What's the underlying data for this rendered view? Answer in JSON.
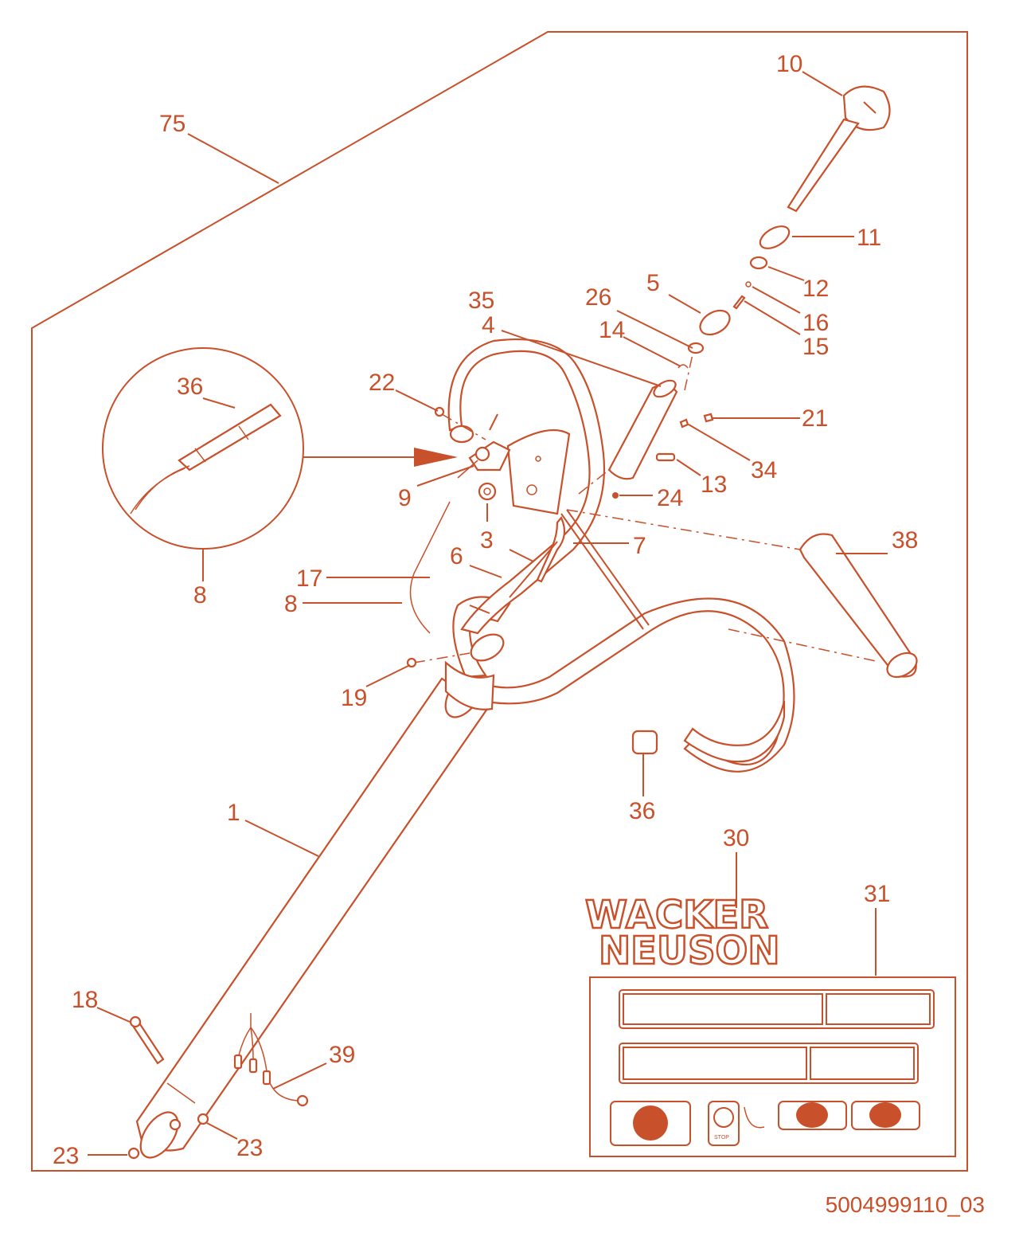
{
  "labels": {
    "p1": "1",
    "p3": "3",
    "p4": "4",
    "p5": "5",
    "p6": "6",
    "p7": "7",
    "p8a": "8",
    "p8b": "8",
    "p9": "9",
    "p10": "10",
    "p11": "11",
    "p12": "12",
    "p13": "13",
    "p14": "14",
    "p15": "15",
    "p16": "16",
    "p17": "17",
    "p18": "18",
    "p19": "19",
    "p21": "21",
    "p22": "22",
    "p23a": "23",
    "p23b": "23",
    "p24": "24",
    "p26": "26",
    "p30": "30",
    "p31": "31",
    "p34": "34",
    "p35": "35",
    "p36a": "36",
    "p36b": "36",
    "p38": "38",
    "p39": "39",
    "p75": "75"
  },
  "logo": {
    "line1": "WACKER",
    "line2": "NEUSON"
  },
  "decal": {
    "stop": "STOP"
  },
  "document_number": "5004999110_03",
  "colors": {
    "line": "#c8502a",
    "background": "#ffffff"
  }
}
